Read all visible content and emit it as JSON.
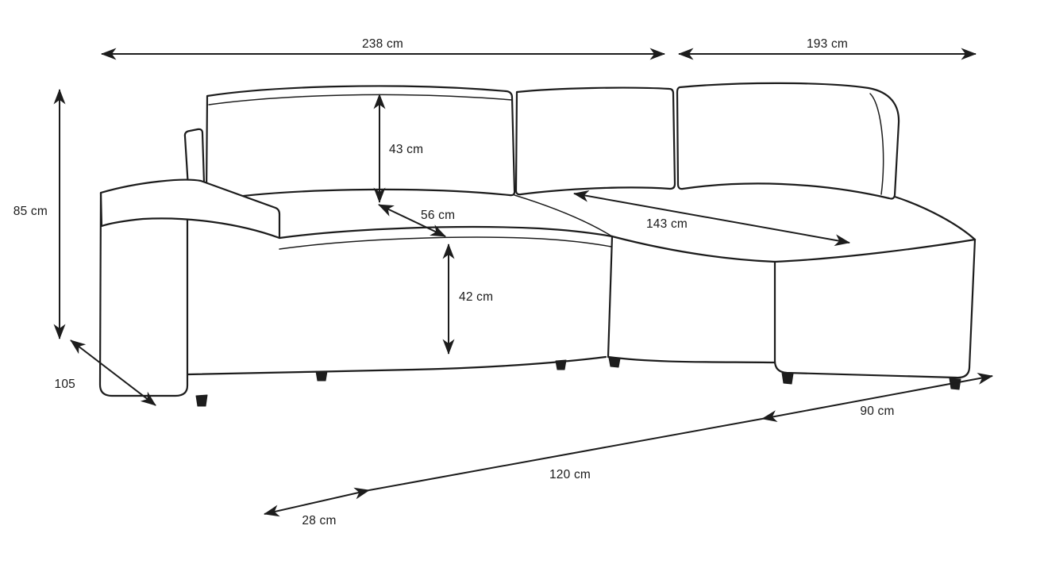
{
  "diagram": {
    "colors": {
      "line": "#1c1c1c",
      "background": "#ffffff"
    },
    "labels": {
      "total_width": "238 cm",
      "right_section_width": "193 cm",
      "overall_height": "85 cm",
      "backrest_cushion_height": "43 cm",
      "seat_depth": "56 cm",
      "seat_height": "42 cm",
      "chaise_length": "143 cm",
      "left_side_depth": "105",
      "chaise_front_depth": "90 cm",
      "front_span": "120 cm",
      "corner_inset": "28 cm"
    }
  }
}
